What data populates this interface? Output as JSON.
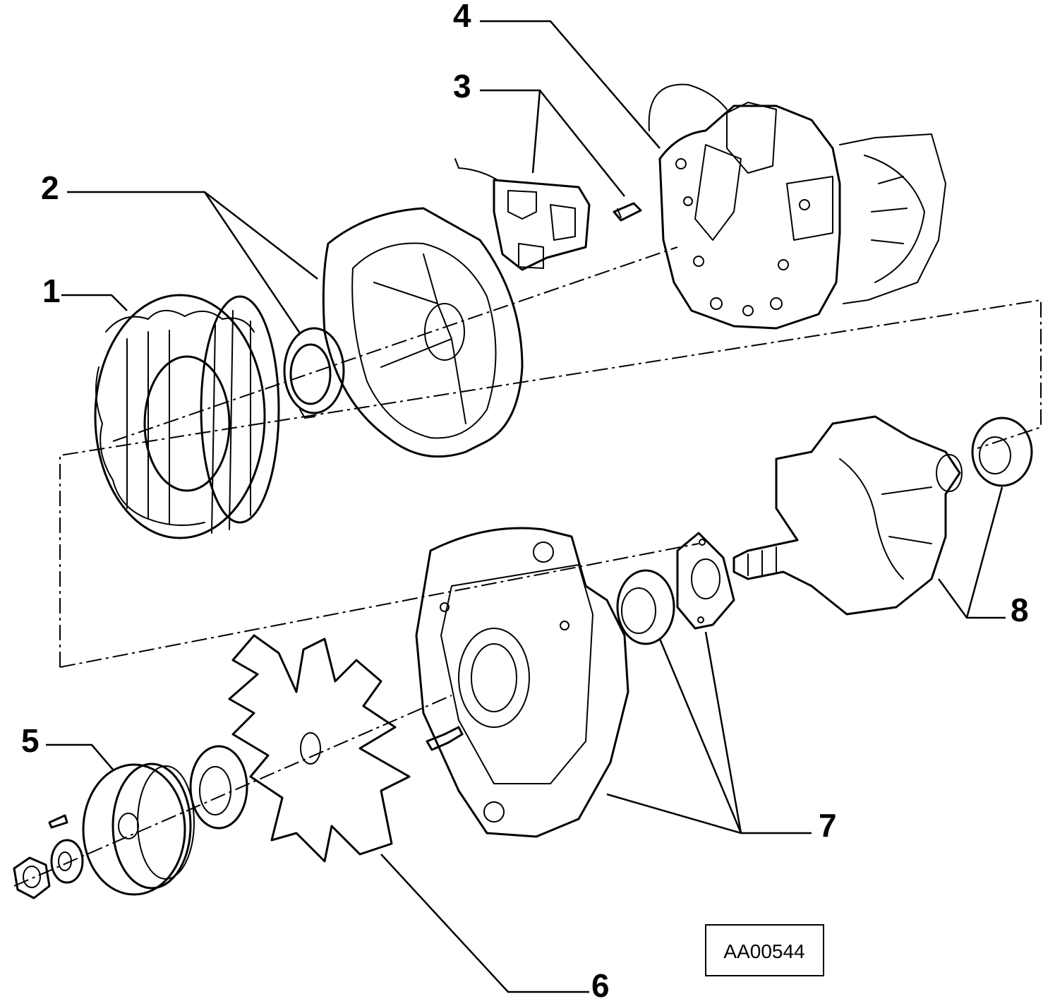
{
  "callouts": {
    "c1": "1",
    "c2": "2",
    "c3": "3",
    "c4": "4",
    "c5": "5",
    "c6": "6",
    "c7": "7",
    "c8": "8"
  },
  "reference_code": "AA00544"
}
